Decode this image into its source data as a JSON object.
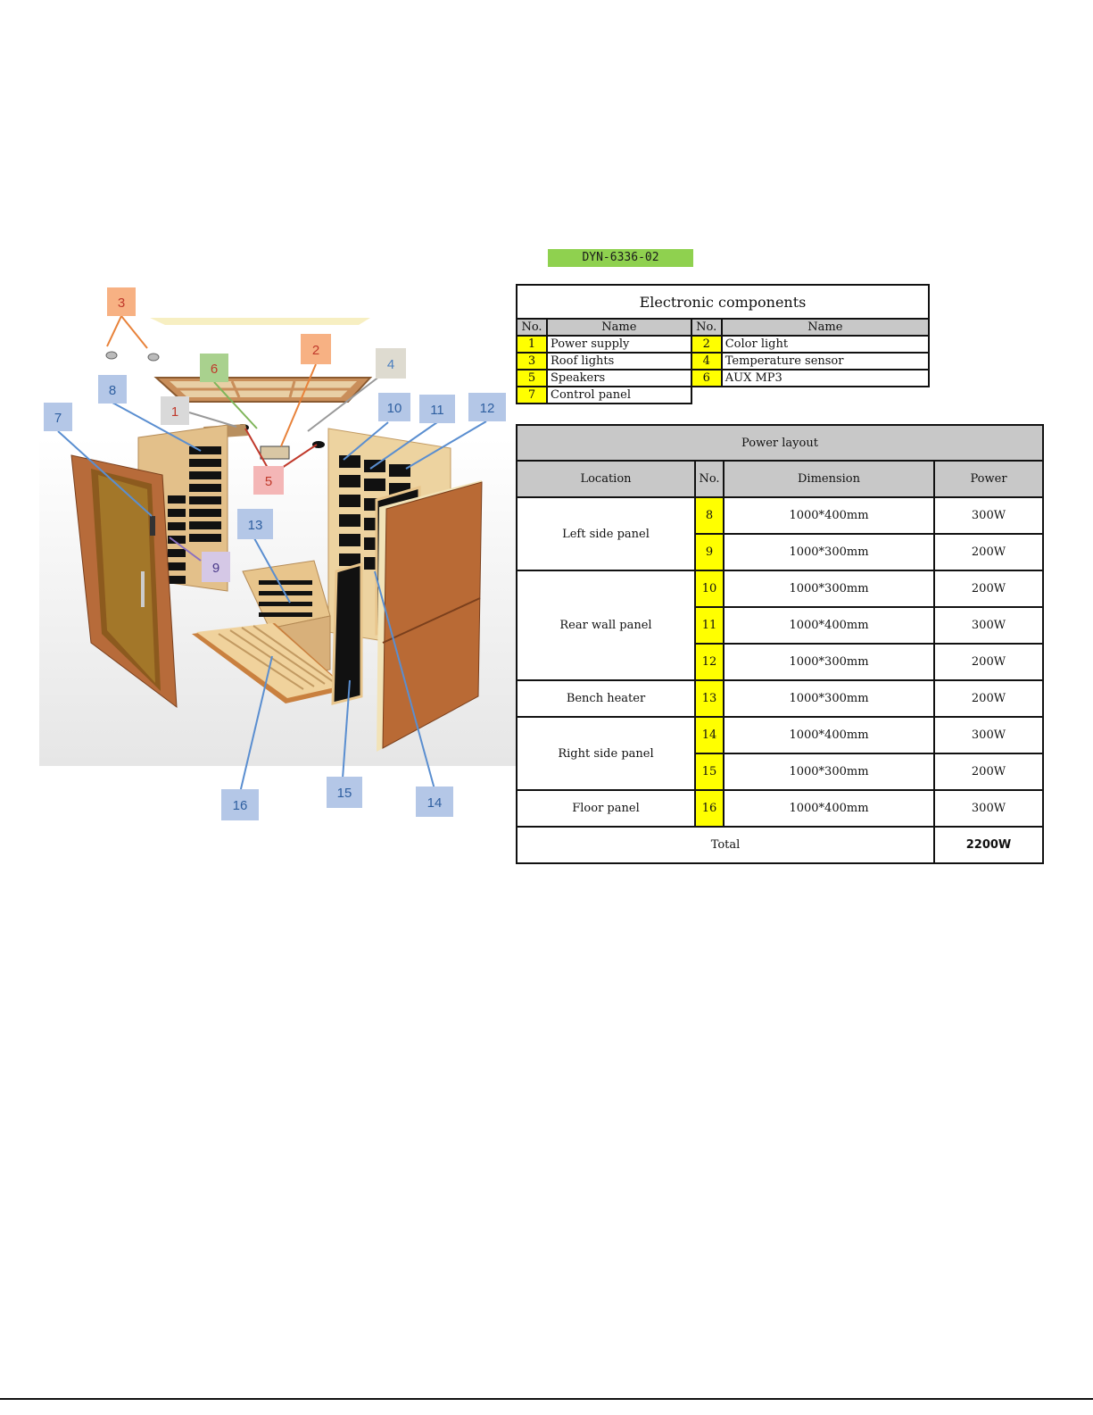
{
  "model": "DYN-6336-02",
  "electronic_components": {
    "title": "Electronic components",
    "header": {
      "no": "No.",
      "name": "Name"
    },
    "rows": [
      {
        "left_no": "1",
        "left_name": "Power supply",
        "right_no": "2",
        "right_name": "Color light"
      },
      {
        "left_no": "3",
        "left_name": "Roof lights",
        "right_no": "4",
        "right_name": "Temperature sensor"
      },
      {
        "left_no": "5",
        "left_name": "Speakers",
        "right_no": "6",
        "right_name": "AUX MP3"
      },
      {
        "left_no": "7",
        "left_name": "Control panel"
      }
    ]
  },
  "power_layout": {
    "title": "Power layout",
    "header": {
      "location": "Location",
      "no": "No.",
      "dimension": "Dimension",
      "power": "Power"
    },
    "groups": [
      {
        "location": "Left side panel",
        "rows": [
          {
            "no": "8",
            "dimension": "1000*400mm",
            "power": "300W"
          },
          {
            "no": "9",
            "dimension": "1000*300mm",
            "power": "200W"
          }
        ]
      },
      {
        "location": "Rear wall panel",
        "rows": [
          {
            "no": "10",
            "dimension": "1000*300mm",
            "power": "200W"
          },
          {
            "no": "11",
            "dimension": "1000*400mm",
            "power": "300W"
          },
          {
            "no": "12",
            "dimension": "1000*300mm",
            "power": "200W"
          }
        ]
      },
      {
        "location": "Bench heater",
        "rows": [
          {
            "no": "13",
            "dimension": "1000*300mm",
            "power": "200W"
          }
        ]
      },
      {
        "location": "Right side panel",
        "rows": [
          {
            "no": "14",
            "dimension": "1000*400mm",
            "power": "300W"
          },
          {
            "no": "15",
            "dimension": "1000*300mm",
            "power": "200W"
          }
        ]
      },
      {
        "location": "Floor panel",
        "rows": [
          {
            "no": "16",
            "dimension": "1000*400mm",
            "power": "300W"
          }
        ]
      }
    ],
    "total_label": "Total",
    "total_value": "2200W"
  },
  "diagram_callouts": [
    {
      "label": "1",
      "bg": "#d9d9d9",
      "fg": "#c0392b"
    },
    {
      "label": "2",
      "bg": "#f7b183",
      "fg": "#c0392b"
    },
    {
      "label": "3",
      "bg": "#f7b183",
      "fg": "#c0392b"
    },
    {
      "label": "4",
      "bg": "#dedbd0",
      "fg": "#4a7fc0"
    },
    {
      "label": "5",
      "bg": "#f4b6b6",
      "fg": "#c0392b"
    },
    {
      "label": "6",
      "bg": "#a9d18e",
      "fg": "#c0392b"
    },
    {
      "label": "7",
      "bg": "#b4c7e7",
      "fg": "#2e5fa0"
    },
    {
      "label": "8",
      "bg": "#b4c7e7",
      "fg": "#2e5fa0"
    },
    {
      "label": "9",
      "bg": "#d5c8e6",
      "fg": "#4a3a8a"
    },
    {
      "label": "10",
      "bg": "#b4c7e7",
      "fg": "#2e5fa0"
    },
    {
      "label": "11",
      "bg": "#b4c7e7",
      "fg": "#2e5fa0"
    },
    {
      "label": "12",
      "bg": "#b4c7e7",
      "fg": "#2e5fa0"
    },
    {
      "label": "13",
      "bg": "#b4c7e7",
      "fg": "#2e5fa0"
    },
    {
      "label": "14",
      "bg": "#b4c7e7",
      "fg": "#2e5fa0"
    },
    {
      "label": "15",
      "bg": "#b4c7e7",
      "fg": "#2e5fa0"
    },
    {
      "label": "16",
      "bg": "#b4c7e7",
      "fg": "#2e5fa0"
    }
  ]
}
